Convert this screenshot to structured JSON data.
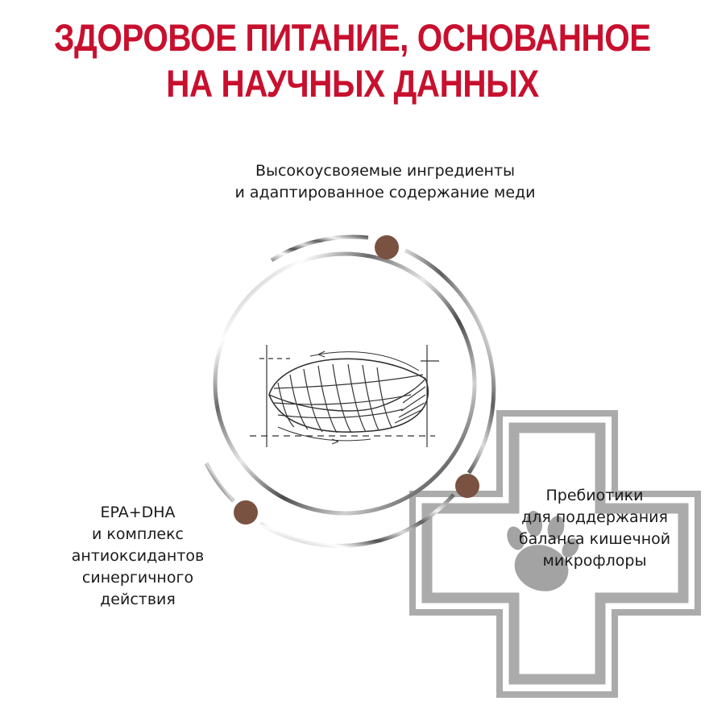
{
  "title": {
    "line1": "ЗДОРОВОЕ ПИТАНИЕ, ОСНОВАННОЕ",
    "line2": "НА НАУЧНЫХ ДАННЫХ",
    "color": "#c8102e"
  },
  "benefits": [
    {
      "position": "top",
      "lines": [
        "Высокоусвояемые ингредиенты",
        "и адаптированное содержание меди"
      ]
    },
    {
      "position": "left",
      "lines": [
        "EPA+DHA",
        "и комплекс",
        "антиоксидантов",
        "синергичного",
        "действия"
      ]
    },
    {
      "position": "right",
      "lines": [
        "Пребиотики",
        "для поддержания",
        "баланса кишечной",
        "микрофлоры"
      ]
    }
  ],
  "graphics": {
    "center_image": "kibble-sketch",
    "orbit_markers": [
      "brown-dot",
      "brown-dot",
      "brown-dot"
    ],
    "badge": "veterinary-cross-with-paw-icon",
    "dot_color": "#7a5242",
    "cross_color": "#ababab"
  }
}
